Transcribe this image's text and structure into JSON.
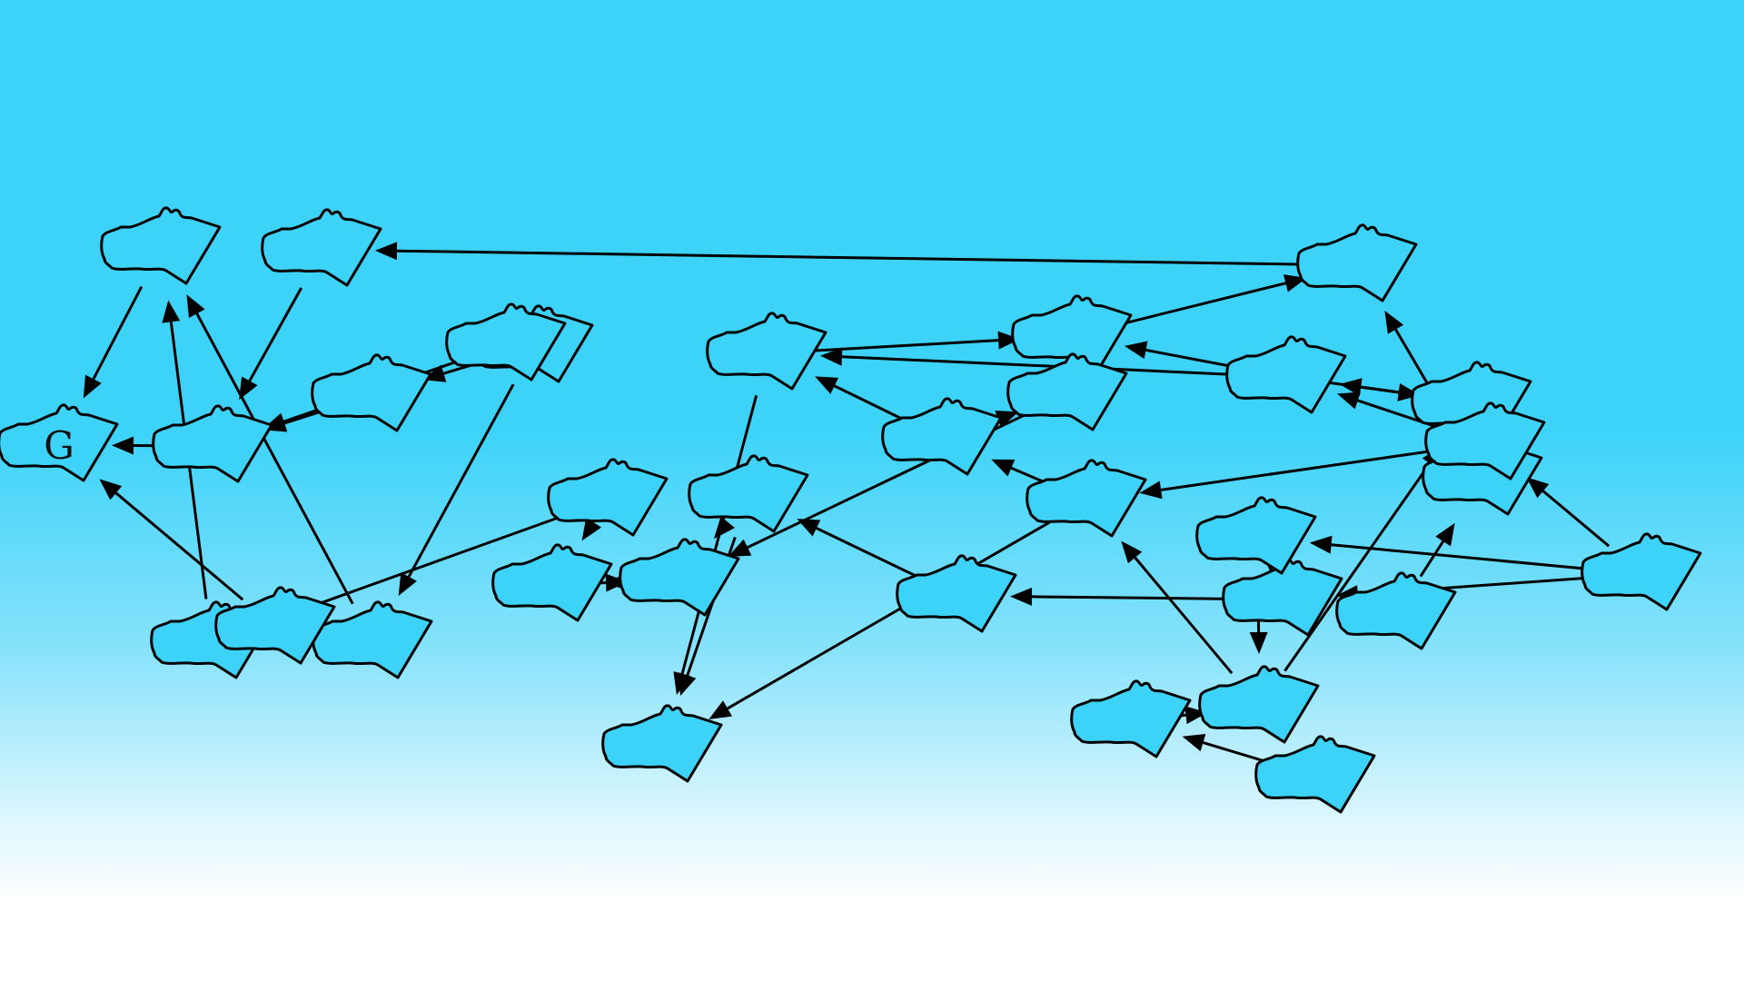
{
  "diagram": {
    "type": "directed-graph",
    "node_shape": "australia-map-outline",
    "colors": {
      "background_top": "#3dd3f9",
      "background_bottom": "#ffffff",
      "node_fill": "#3dd3f9",
      "stroke": "#000000"
    },
    "nodes": [
      {
        "id": "n1",
        "label": ""
      },
      {
        "id": "n2",
        "label": ""
      },
      {
        "id": "n3",
        "label": ""
      },
      {
        "id": "n4",
        "label": ""
      },
      {
        "id": "n5",
        "label": ""
      },
      {
        "id": "n6",
        "label": ""
      },
      {
        "id": "n7",
        "label": ""
      },
      {
        "id": "n8",
        "label": ""
      },
      {
        "id": "n9",
        "label": ""
      },
      {
        "id": "n10",
        "label": ""
      },
      {
        "id": "n11",
        "label": ""
      },
      {
        "id": "n12",
        "label": ""
      },
      {
        "id": "n13",
        "label": ""
      },
      {
        "id": "n14",
        "label": ""
      },
      {
        "id": "n15",
        "label": ""
      },
      {
        "id": "n16",
        "label": ""
      },
      {
        "id": "n17",
        "label": ""
      },
      {
        "id": "n18",
        "label": ""
      },
      {
        "id": "n19",
        "label": ""
      },
      {
        "id": "n20",
        "label": ""
      },
      {
        "id": "n21",
        "label": ""
      },
      {
        "id": "n22",
        "label": ""
      },
      {
        "id": "n23",
        "label": ""
      },
      {
        "id": "n24",
        "label": ""
      },
      {
        "id": "n25",
        "label": ""
      },
      {
        "id": "n26",
        "label": ""
      },
      {
        "id": "n27",
        "label": ""
      },
      {
        "id": "n28",
        "label": ""
      },
      {
        "id": "n29",
        "label": ""
      },
      {
        "id": "n30",
        "label": ""
      },
      {
        "id": "n31",
        "label": ""
      },
      {
        "id": "n32",
        "label": ""
      },
      {
        "id": "nG",
        "label": "G"
      }
    ],
    "edges": [
      {
        "from": "n1",
        "to": "nG"
      },
      {
        "from": "n2",
        "to": "n3"
      },
      {
        "from": "n4",
        "to": "n1"
      },
      {
        "from": "n5",
        "to": "n2"
      },
      {
        "from": "n6",
        "to": "n7"
      },
      {
        "from": "n6",
        "to": "n8"
      },
      {
        "from": "n7",
        "to": "n3"
      },
      {
        "from": "n8",
        "to": "n1"
      },
      {
        "from": "n8",
        "to": "n9"
      },
      {
        "from": "n9",
        "to": "nG"
      },
      {
        "from": "n3",
        "to": "nG"
      },
      {
        "from": "n10",
        "to": "n3"
      },
      {
        "from": "n11",
        "to": "n4"
      },
      {
        "from": "n11",
        "to": "n12"
      },
      {
        "from": "n13",
        "to": "n14"
      },
      {
        "from": "n14",
        "to": "n12"
      },
      {
        "from": "n15",
        "to": "n16"
      },
      {
        "from": "n16",
        "to": "n5"
      },
      {
        "from": "n16",
        "to": "n17"
      },
      {
        "from": "n17",
        "to": "n14"
      },
      {
        "from": "n18",
        "to": "n15"
      },
      {
        "from": "n18",
        "to": "n17"
      },
      {
        "from": "n15",
        "to": "n19"
      },
      {
        "from": "n20",
        "to": "n13"
      },
      {
        "from": "n21",
        "to": "n18"
      },
      {
        "from": "n22",
        "to": "n16"
      },
      {
        "from": "n22",
        "to": "n15"
      },
      {
        "from": "n23",
        "to": "n22"
      },
      {
        "from": "n24",
        "to": "n5"
      },
      {
        "from": "n25",
        "to": "n20"
      },
      {
        "from": "n25",
        "to": "n26"
      },
      {
        "from": "n27",
        "to": "n25"
      },
      {
        "from": "n27",
        "to": "n24"
      },
      {
        "from": "n28",
        "to": "n25"
      },
      {
        "from": "n28",
        "to": "n26"
      },
      {
        "from": "n28",
        "to": "n29"
      },
      {
        "from": "n29",
        "to": "n21"
      },
      {
        "from": "n29",
        "to": "n22"
      },
      {
        "from": "n21",
        "to": "n19"
      },
      {
        "from": "n12",
        "to": "n14"
      },
      {
        "from": "n13",
        "to": "n19"
      },
      {
        "from": "n26",
        "to": "n31"
      },
      {
        "from": "n30",
        "to": "n31"
      },
      {
        "from": "n32",
        "to": "n30"
      },
      {
        "from": "n31",
        "to": "n23"
      },
      {
        "from": "n31",
        "to": "n21"
      },
      {
        "from": "n22",
        "to": "n23"
      }
    ]
  }
}
